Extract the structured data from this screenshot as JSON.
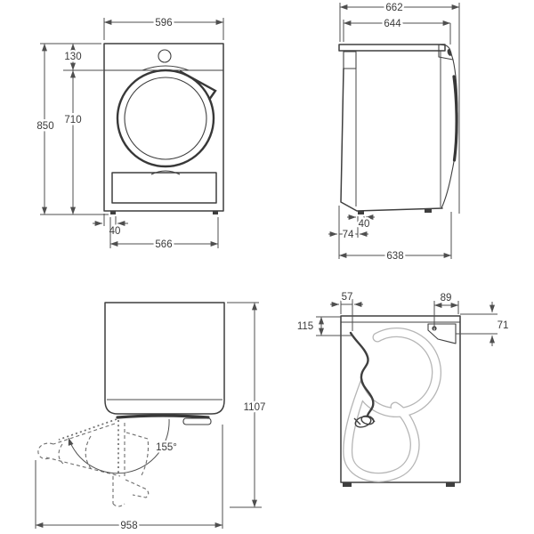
{
  "document": {
    "type": "appliance-dimension-drawing",
    "background_color": "#ffffff",
    "line_color": "#3f3f3f",
    "dimension_line_color": "#4f4f4f",
    "hose_color": "#b6b6b6"
  },
  "diagram": {
    "front_view": {
      "top_width": "596",
      "control_panel_height": "130",
      "total_height": "850",
      "lower_body_height": "710",
      "foot_offset": "40",
      "feet_span": "566"
    },
    "side_view": {
      "total_depth": "662",
      "body_depth": "644",
      "foot_width": "40",
      "rear_foot_offset": "74",
      "base_depth": "638"
    },
    "door_open_view": {
      "depth_door_open": "1107",
      "door_opening_angle": "155°",
      "width_door_open": "958"
    },
    "rear_view": {
      "hose_left_offset": "57",
      "cord_right_offset": "89",
      "hose_top_drop": "115",
      "cord_top_drop": "71"
    }
  }
}
